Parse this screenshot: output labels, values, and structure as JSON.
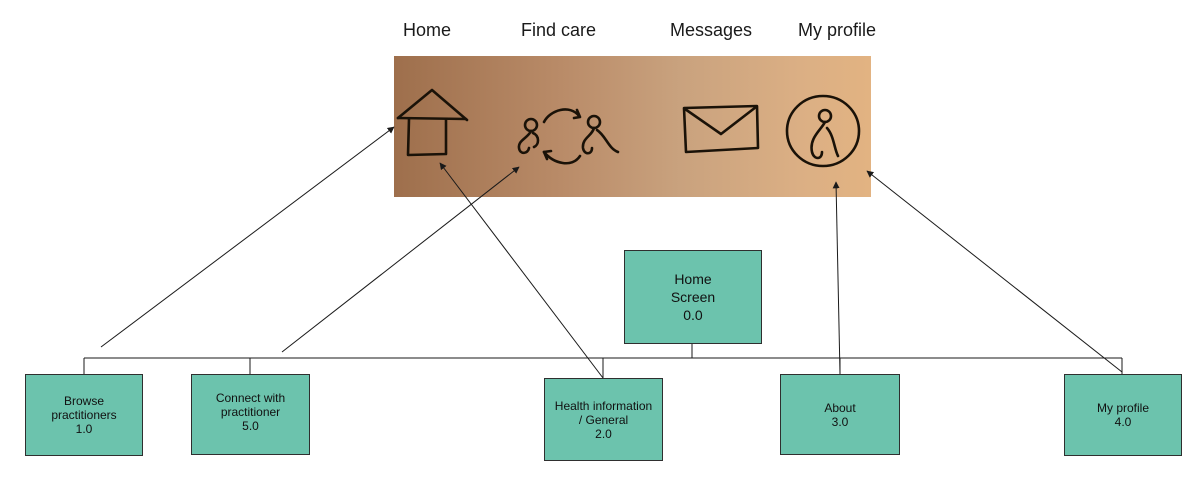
{
  "nav": {
    "labels": [
      "Home",
      "Find care",
      "Messages",
      "My profile"
    ],
    "icons": [
      "house-icon",
      "connect-people-icon",
      "envelope-icon",
      "profile-circle-icon"
    ]
  },
  "colors": {
    "box_fill": "#6cc3ad",
    "box_border": "#2f2f2f",
    "line": "#1a1a1a",
    "sketch_paper_left": "#9e6f4c",
    "sketch_paper_right": "#e2b382",
    "ink": "#1a1208"
  },
  "root": {
    "line1": "Home",
    "line2": "Screen",
    "id": "0.0"
  },
  "children": [
    {
      "line1": "Browse",
      "line2": "practitioners",
      "id": "1.0"
    },
    {
      "line1": "Connect with",
      "line2": "practitioner",
      "id": "5.0"
    },
    {
      "line1": "Health information",
      "line2": "/ General",
      "id": "2.0"
    },
    {
      "line1": "About",
      "line2": "",
      "id": "3.0"
    },
    {
      "line1": "My profile",
      "line2": "",
      "id": "4.0"
    }
  ]
}
